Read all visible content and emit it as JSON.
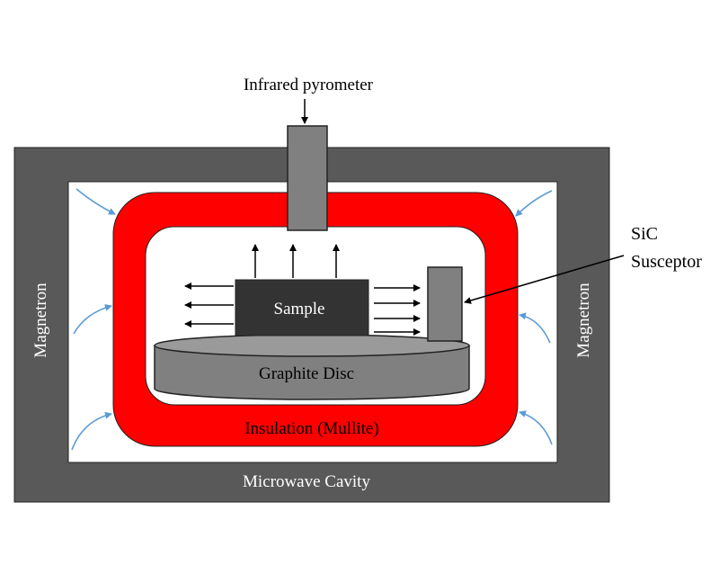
{
  "labels": {
    "pyrometer": "Infrared pyrometer",
    "sic_line1": "SiC",
    "sic_line2": "Susceptor",
    "magnetron_left": "Magnetron",
    "magnetron_right": "Magnetron",
    "sample": "Sample",
    "graphite_disc": "Graphite Disc",
    "insulation": "Insulation (Mullite)",
    "cavity": "Microwave Cavity"
  },
  "colors": {
    "cavity_wall": "#595959",
    "insulation": "#ff0000",
    "pyrometer_probe": "#808080",
    "sample": "#333333",
    "graphite_disc": "#808080",
    "susceptor": "#808080",
    "microwave_arrows": "#5b9bd5",
    "heat_arrows": "#000000"
  }
}
